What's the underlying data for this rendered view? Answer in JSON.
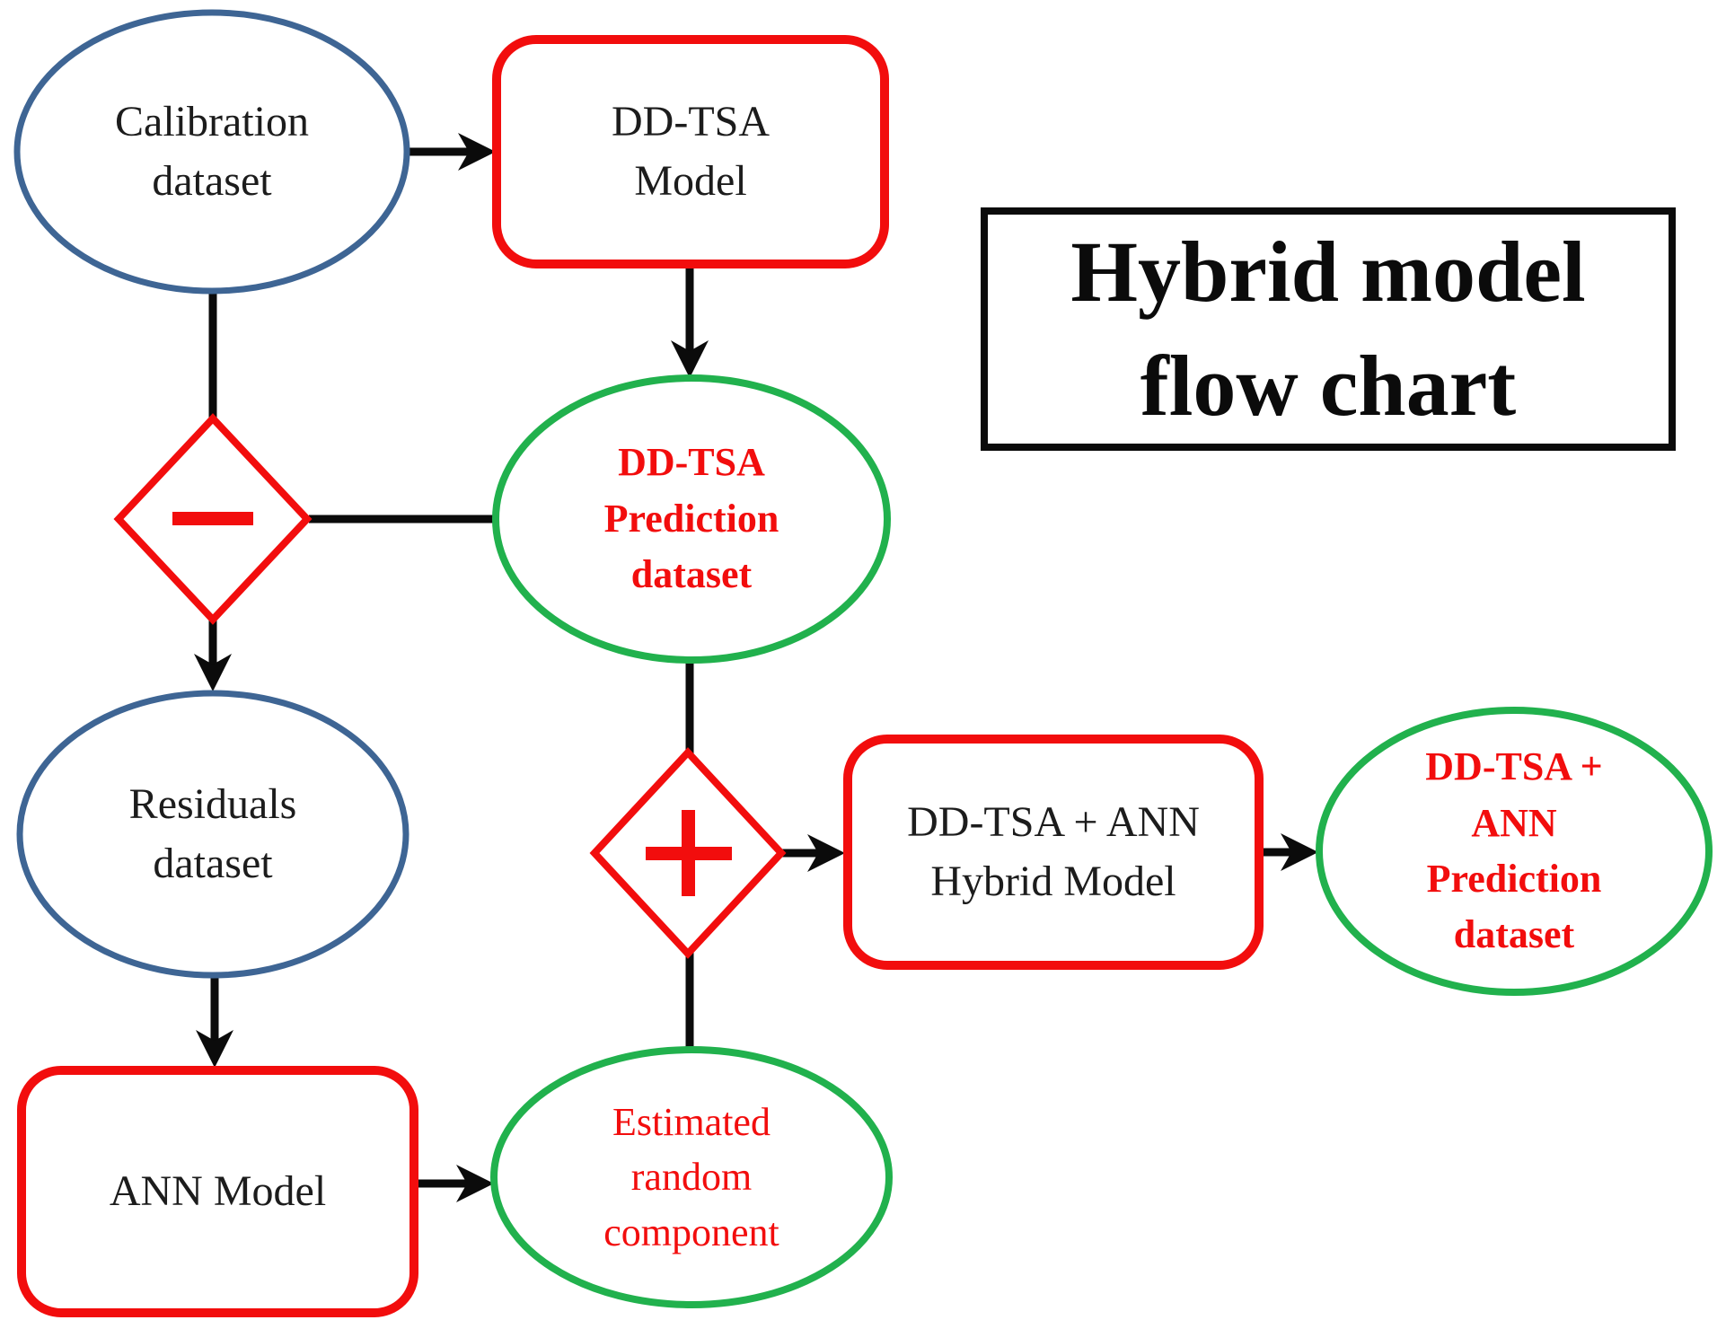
{
  "title": {
    "text": "Hybrid model\nflow chart"
  },
  "colors": {
    "red": "#f20d0d",
    "green": "#21b14d",
    "blue": "#3e6594",
    "ink": "#0b0b0b",
    "text": "#1c1c1c",
    "bg": "#ffffff"
  },
  "nodes": {
    "calibration": {
      "label": "Calibration\ndataset",
      "shape": "ellipse",
      "stroke_color": "#3e6594"
    },
    "ddtsa_model": {
      "label": "DD-TSA\nModel",
      "shape": "rounded-rect",
      "stroke_color": "#f20d0d"
    },
    "minus_op": {
      "icon": "minus-icon",
      "symbol": "−",
      "shape": "diamond",
      "stroke_color": "#f20d0d"
    },
    "ddtsa_prediction": {
      "label": "DD-TSA\nPrediction\ndataset",
      "shape": "ellipse",
      "stroke_color": "#21b14d",
      "text_color": "#f20d0d"
    },
    "residuals": {
      "label": "Residuals\ndataset",
      "shape": "ellipse",
      "stroke_color": "#3e6594"
    },
    "plus_op": {
      "icon": "plus-icon",
      "symbol": "+",
      "shape": "diamond",
      "stroke_color": "#f20d0d"
    },
    "hybrid_model": {
      "label": "DD-TSA + ANN\nHybrid Model",
      "shape": "rounded-rect",
      "stroke_color": "#f20d0d"
    },
    "hybrid_prediction": {
      "label": "DD-TSA +\nANN\nPrediction\ndataset",
      "shape": "ellipse",
      "stroke_color": "#21b14d",
      "text_color": "#f20d0d"
    },
    "ann_model": {
      "label": "ANN Model",
      "shape": "rounded-rect",
      "stroke_color": "#f20d0d"
    },
    "estimated_random": {
      "label": "Estimated\nrandom\ncomponent",
      "shape": "ellipse",
      "stroke_color": "#21b14d",
      "text_color": "#f20d0d"
    }
  },
  "edges": [
    {
      "from": "calibration",
      "to": "ddtsa_model",
      "arrow": true
    },
    {
      "from": "ddtsa_model",
      "to": "ddtsa_prediction",
      "arrow": true
    },
    {
      "from": "calibration",
      "to": "minus_op",
      "arrow": false
    },
    {
      "from": "ddtsa_prediction",
      "to": "minus_op",
      "arrow": false
    },
    {
      "from": "minus_op",
      "to": "residuals",
      "arrow": true
    },
    {
      "from": "residuals",
      "to": "ann_model",
      "arrow": true
    },
    {
      "from": "ann_model",
      "to": "estimated_random",
      "arrow": true
    },
    {
      "from": "ddtsa_prediction",
      "to": "plus_op",
      "arrow": false
    },
    {
      "from": "estimated_random",
      "to": "plus_op",
      "arrow": false
    },
    {
      "from": "plus_op",
      "to": "hybrid_model",
      "arrow": true
    },
    {
      "from": "hybrid_model",
      "to": "hybrid_prediction",
      "arrow": true
    }
  ]
}
